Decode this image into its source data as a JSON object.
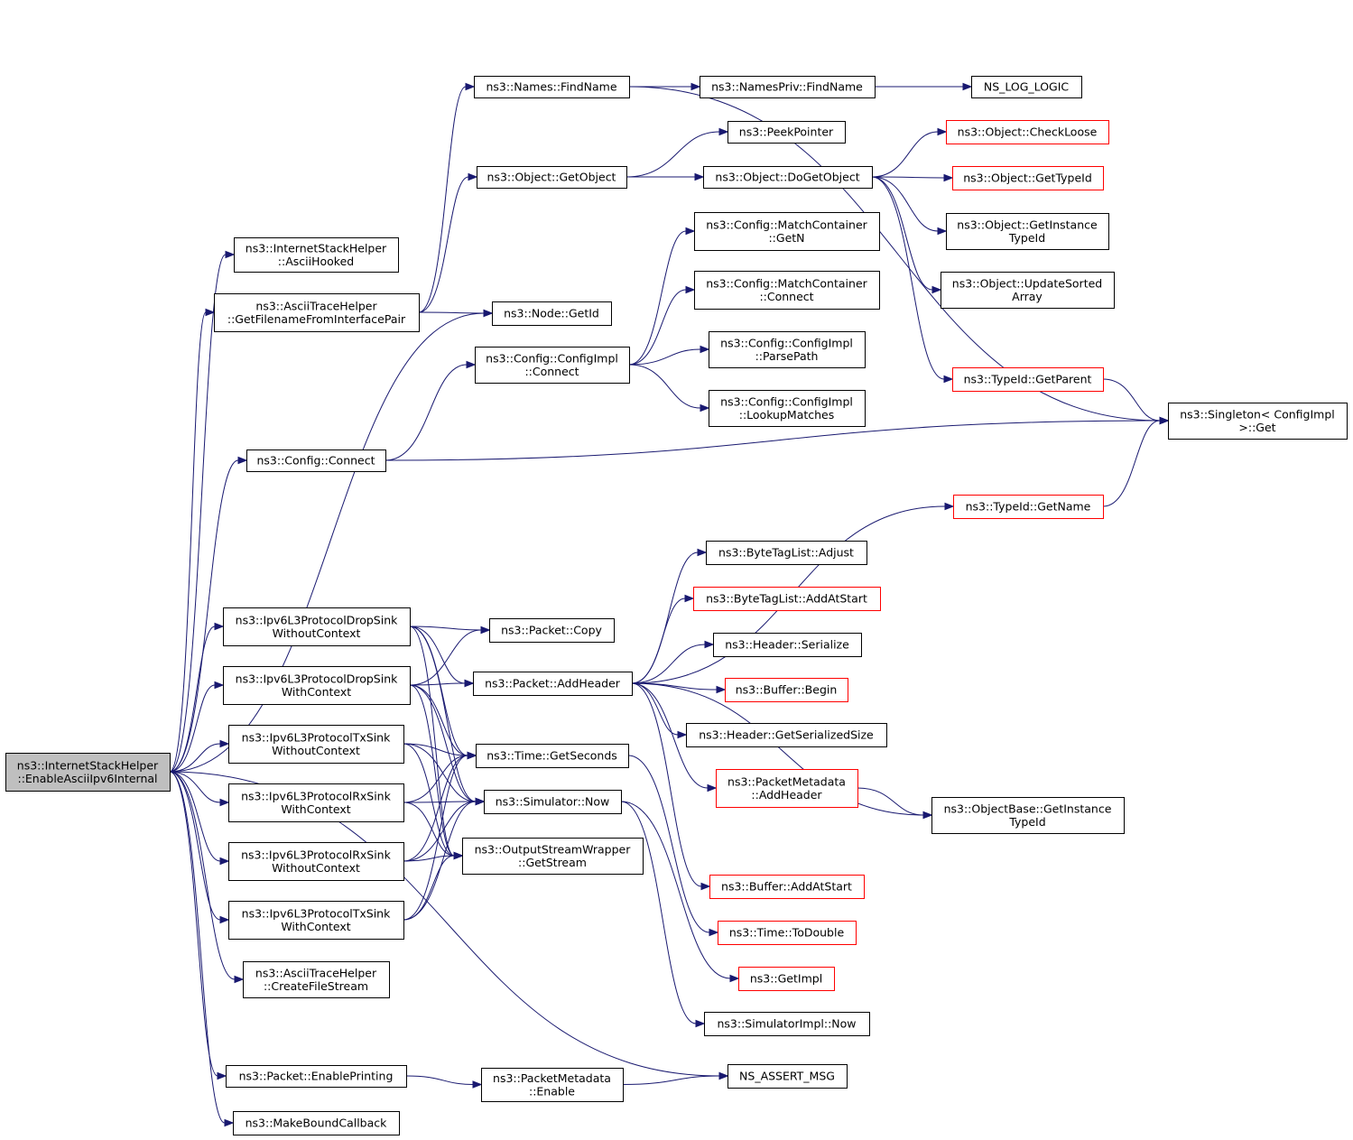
{
  "graph": {
    "nodes": [
      {
        "id": "root",
        "lines": [
          "ns3::InternetStackHelper",
          "::EnableAsciiIpv6Internal"
        ],
        "style": "root"
      },
      {
        "id": "asciiHooked",
        "lines": [
          "ns3::InternetStackHelper",
          "::AsciiHooked"
        ]
      },
      {
        "id": "getFilename",
        "lines": [
          "ns3::AsciiTraceHelper",
          "::GetFilenameFromInterfacePair"
        ]
      },
      {
        "id": "cfgConnect",
        "lines": [
          "ns3::Config::Connect"
        ]
      },
      {
        "id": "dropSinkNoCtx",
        "lines": [
          "ns3::Ipv6L3ProtocolDropSink",
          "WithoutContext"
        ]
      },
      {
        "id": "dropSinkCtx",
        "lines": [
          "ns3::Ipv6L3ProtocolDropSink",
          "WithContext"
        ]
      },
      {
        "id": "txSinkNoCtx",
        "lines": [
          "ns3::Ipv6L3ProtocolTxSink",
          "WithoutContext"
        ]
      },
      {
        "id": "rxSinkCtx",
        "lines": [
          "ns3::Ipv6L3ProtocolRxSink",
          "WithContext"
        ]
      },
      {
        "id": "rxSinkNoCtx",
        "lines": [
          "ns3::Ipv6L3ProtocolRxSink",
          "WithoutContext"
        ]
      },
      {
        "id": "txSinkCtx",
        "lines": [
          "ns3::Ipv6L3ProtocolTxSink",
          "WithContext"
        ]
      },
      {
        "id": "createFileStream",
        "lines": [
          "ns3::AsciiTraceHelper",
          "::CreateFileStream"
        ]
      },
      {
        "id": "enablePrinting",
        "lines": [
          "ns3::Packet::EnablePrinting"
        ]
      },
      {
        "id": "makeBound",
        "lines": [
          "ns3::MakeBoundCallback"
        ]
      },
      {
        "id": "namesFind",
        "lines": [
          "ns3::Names::FindName"
        ]
      },
      {
        "id": "getObject",
        "lines": [
          "ns3::Object::GetObject"
        ]
      },
      {
        "id": "nodeGetId",
        "lines": [
          "ns3::Node::GetId"
        ]
      },
      {
        "id": "cfgImplConnect",
        "lines": [
          "ns3::Config::ConfigImpl",
          "::Connect"
        ]
      },
      {
        "id": "pktCopy",
        "lines": [
          "ns3::Packet::Copy"
        ]
      },
      {
        "id": "pktAddHeader",
        "lines": [
          "ns3::Packet::AddHeader"
        ]
      },
      {
        "id": "timeGetSeconds",
        "lines": [
          "ns3::Time::GetSeconds"
        ]
      },
      {
        "id": "simNow",
        "lines": [
          "ns3::Simulator::Now"
        ]
      },
      {
        "id": "oswGetStream",
        "lines": [
          "ns3::OutputStreamWrapper",
          "::GetStream"
        ]
      },
      {
        "id": "pmEnable",
        "lines": [
          "ns3::PacketMetadata",
          "::Enable"
        ]
      },
      {
        "id": "namesPrivFind",
        "lines": [
          "ns3::NamesPriv::FindName"
        ]
      },
      {
        "id": "peekPointer",
        "lines": [
          "ns3::PeekPointer"
        ]
      },
      {
        "id": "doGetObject",
        "lines": [
          "ns3::Object::DoGetObject"
        ]
      },
      {
        "id": "mcGetN",
        "lines": [
          "ns3::Config::MatchContainer",
          "::GetN"
        ]
      },
      {
        "id": "mcConnect",
        "lines": [
          "ns3::Config::MatchContainer",
          "::Connect"
        ]
      },
      {
        "id": "parsePath",
        "lines": [
          "ns3::Config::ConfigImpl",
          "::ParsePath"
        ]
      },
      {
        "id": "lookupMatches",
        "lines": [
          "ns3::Config::ConfigImpl",
          "::LookupMatches"
        ]
      },
      {
        "id": "btlAdjust",
        "lines": [
          "ns3::ByteTagList::Adjust"
        ]
      },
      {
        "id": "btlAddAtStart",
        "lines": [
          "ns3::ByteTagList::AddAtStart"
        ],
        "style": "trunc"
      },
      {
        "id": "hdrSerialize",
        "lines": [
          "ns3::Header::Serialize"
        ]
      },
      {
        "id": "bufBegin",
        "lines": [
          "ns3::Buffer::Begin"
        ],
        "style": "trunc"
      },
      {
        "id": "hdrSerSize",
        "lines": [
          "ns3::Header::GetSerializedSize"
        ]
      },
      {
        "id": "pmAddHeader",
        "lines": [
          "ns3::PacketMetadata",
          "::AddHeader"
        ],
        "style": "trunc"
      },
      {
        "id": "bufAddAtStart",
        "lines": [
          "ns3::Buffer::AddAtStart"
        ],
        "style": "trunc"
      },
      {
        "id": "timeToDouble",
        "lines": [
          "ns3::Time::ToDouble"
        ],
        "style": "trunc"
      },
      {
        "id": "getImpl",
        "lines": [
          "ns3::GetImpl"
        ],
        "style": "trunc"
      },
      {
        "id": "simImplNow",
        "lines": [
          "ns3::SimulatorImpl::Now"
        ]
      },
      {
        "id": "assertMsg",
        "lines": [
          "NS_ASSERT_MSG"
        ]
      },
      {
        "id": "logLogic",
        "lines": [
          "NS_LOG_LOGIC"
        ]
      },
      {
        "id": "checkLoose",
        "lines": [
          "ns3::Object::CheckLoose"
        ],
        "style": "trunc"
      },
      {
        "id": "objGetTypeId",
        "lines": [
          "ns3::Object::GetTypeId"
        ],
        "style": "trunc"
      },
      {
        "id": "objGetInstTypeId",
        "lines": [
          "ns3::Object::GetInstance",
          "TypeId"
        ]
      },
      {
        "id": "updateSorted",
        "lines": [
          "ns3::Object::UpdateSorted",
          "Array"
        ]
      },
      {
        "id": "typeIdGetParent",
        "lines": [
          "ns3::TypeId::GetParent"
        ],
        "style": "trunc"
      },
      {
        "id": "typeIdGetName",
        "lines": [
          "ns3::TypeId::GetName"
        ],
        "style": "trunc"
      },
      {
        "id": "obGetInstTypeId",
        "lines": [
          "ns3::ObjectBase::GetInstance",
          "TypeId"
        ]
      },
      {
        "id": "singletonGet",
        "lines": [
          "ns3::Singleton< ConfigImpl",
          " >::Get"
        ]
      }
    ],
    "edges": [
      [
        "root",
        "asciiHooked"
      ],
      [
        "root",
        "getFilename"
      ],
      [
        "root",
        "nodeGetId"
      ],
      [
        "root",
        "cfgConnect"
      ],
      [
        "root",
        "dropSinkNoCtx"
      ],
      [
        "root",
        "dropSinkCtx"
      ],
      [
        "root",
        "txSinkNoCtx"
      ],
      [
        "root",
        "rxSinkCtx"
      ],
      [
        "root",
        "rxSinkNoCtx"
      ],
      [
        "root",
        "txSinkCtx"
      ],
      [
        "root",
        "createFileStream"
      ],
      [
        "root",
        "assertMsg"
      ],
      [
        "root",
        "enablePrinting"
      ],
      [
        "root",
        "makeBound"
      ],
      [
        "getFilename",
        "namesFind"
      ],
      [
        "getFilename",
        "getObject"
      ],
      [
        "getFilename",
        "nodeGetId"
      ],
      [
        "namesFind",
        "namesPrivFind"
      ],
      [
        "namesFind",
        "singletonGet"
      ],
      [
        "namesPrivFind",
        "logLogic"
      ],
      [
        "getObject",
        "peekPointer"
      ],
      [
        "getObject",
        "doGetObject"
      ],
      [
        "doGetObject",
        "checkLoose"
      ],
      [
        "doGetObject",
        "objGetTypeId"
      ],
      [
        "doGetObject",
        "objGetInstTypeId"
      ],
      [
        "doGetObject",
        "updateSorted"
      ],
      [
        "doGetObject",
        "typeIdGetParent"
      ],
      [
        "typeIdGetParent",
        "singletonGet"
      ],
      [
        "typeIdGetName",
        "singletonGet"
      ],
      [
        "cfgConnect",
        "cfgImplConnect"
      ],
      [
        "cfgConnect",
        "singletonGet"
      ],
      [
        "cfgImplConnect",
        "mcGetN"
      ],
      [
        "cfgImplConnect",
        "mcConnect"
      ],
      [
        "cfgImplConnect",
        "parsePath"
      ],
      [
        "cfgImplConnect",
        "lookupMatches"
      ],
      [
        "dropSinkNoCtx",
        "pktCopy"
      ],
      [
        "dropSinkNoCtx",
        "pktAddHeader"
      ],
      [
        "dropSinkNoCtx",
        "timeGetSeconds"
      ],
      [
        "dropSinkNoCtx",
        "simNow"
      ],
      [
        "dropSinkNoCtx",
        "oswGetStream"
      ],
      [
        "dropSinkCtx",
        "pktCopy"
      ],
      [
        "dropSinkCtx",
        "pktAddHeader"
      ],
      [
        "dropSinkCtx",
        "timeGetSeconds"
      ],
      [
        "dropSinkCtx",
        "simNow"
      ],
      [
        "dropSinkCtx",
        "oswGetStream"
      ],
      [
        "txSinkNoCtx",
        "timeGetSeconds"
      ],
      [
        "txSinkNoCtx",
        "simNow"
      ],
      [
        "txSinkNoCtx",
        "oswGetStream"
      ],
      [
        "rxSinkCtx",
        "timeGetSeconds"
      ],
      [
        "rxSinkCtx",
        "simNow"
      ],
      [
        "rxSinkCtx",
        "oswGetStream"
      ],
      [
        "rxSinkNoCtx",
        "timeGetSeconds"
      ],
      [
        "rxSinkNoCtx",
        "simNow"
      ],
      [
        "rxSinkNoCtx",
        "oswGetStream"
      ],
      [
        "txSinkCtx",
        "timeGetSeconds"
      ],
      [
        "txSinkCtx",
        "simNow"
      ],
      [
        "txSinkCtx",
        "oswGetStream"
      ],
      [
        "pktAddHeader",
        "typeIdGetName"
      ],
      [
        "pktAddHeader",
        "btlAdjust"
      ],
      [
        "pktAddHeader",
        "btlAddAtStart"
      ],
      [
        "pktAddHeader",
        "hdrSerialize"
      ],
      [
        "pktAddHeader",
        "bufBegin"
      ],
      [
        "pktAddHeader",
        "hdrSerSize"
      ],
      [
        "pktAddHeader",
        "pmAddHeader"
      ],
      [
        "pktAddHeader",
        "obGetInstTypeId"
      ],
      [
        "pktAddHeader",
        "bufAddAtStart"
      ],
      [
        "pmAddHeader",
        "obGetInstTypeId"
      ],
      [
        "timeGetSeconds",
        "timeToDouble"
      ],
      [
        "simNow",
        "getImpl"
      ],
      [
        "simNow",
        "simImplNow"
      ],
      [
        "enablePrinting",
        "pmEnable"
      ],
      [
        "pmEnable",
        "assertMsg"
      ]
    ]
  }
}
